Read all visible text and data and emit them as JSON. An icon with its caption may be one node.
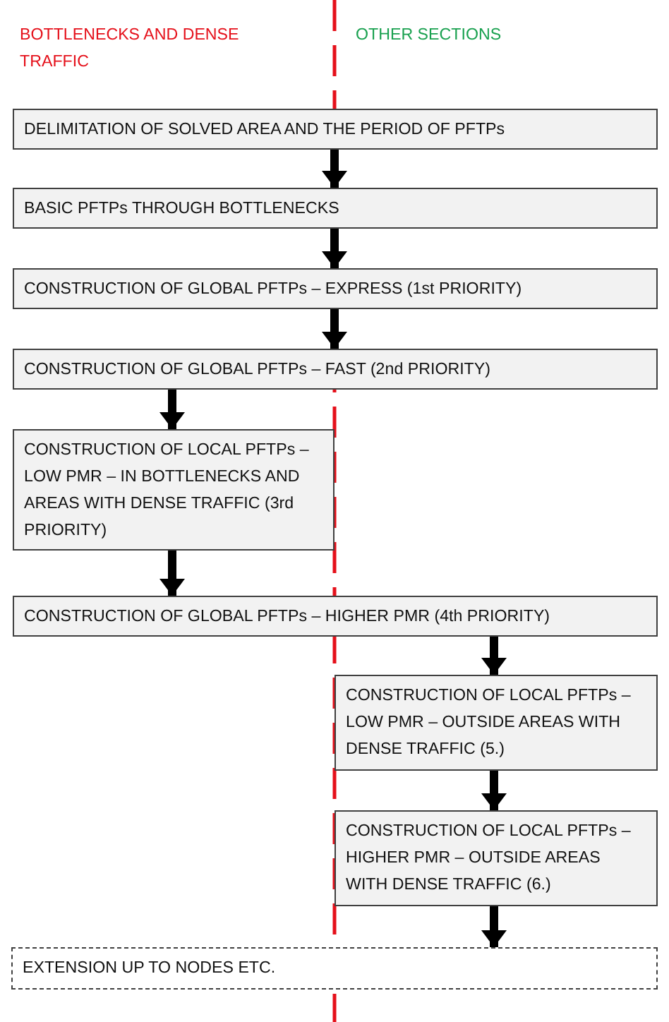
{
  "diagram": {
    "nodes": [
      {
        "text": [
          "DELIMITATION OF SOLVED AREA AND THE PERIOD OF PFTPs"
        ]
      },
      {
        "text": [
          "BASIC PFTPs THROUGH BOTTLENECKS"
        ]
      },
      {
        "text": [
          "CONSTRUCTION OF GLOBAL PFTPs – EXPRESS (1st PRIORITY)"
        ]
      },
      {
        "text": [
          "CONSTRUCTION OF GLOBAL PFTPs – FAST (2nd PRIORITY)"
        ]
      },
      {
        "text": [
          "CONSTRUCTION OF LOCAL PFTPs – LOW PMR – IN BOTTLENECKS AND AREAS WITH DENSE TRAFFIC (3rd PRIORITY)"
        ]
      },
      {
        "text": [
          "CONSTRUCTION OF GLOBAL PFTPs – HIGHER PMR (4th PRIORITY)"
        ]
      },
      {
        "text": [
          "CONSTRUCTION OF LOCAL PFTPs – LOW PMR – OUTSIDE AREAS WITH DENSE TRAFFIC (5.)"
        ]
      },
      {
        "text": [
          "CONSTRUCTION OF LOCAL PFTPs – HIGHER PMR – OUTSIDE AREAS WITH DENSE TRAFFIC (6.)"
        ]
      },
      {
        "text": [
          "EXTENSION UP TO NODES ETC."
        ]
      }
    ],
    "edges": [
      {
        "from": 0,
        "to": 1,
        "arrow": "to"
      },
      {
        "from": 1,
        "to": 2,
        "arrow": "to"
      },
      {
        "from": 2,
        "to": 3,
        "arrow": "to"
      },
      {
        "from": 3,
        "to": 4,
        "arrow": "to"
      },
      {
        "from": 4,
        "to": 5,
        "arrow": "to"
      },
      {
        "from": 5,
        "to": 6,
        "arrow": "to"
      },
      {
        "from": 6,
        "to": 7,
        "arrow": "to"
      },
      {
        "from": 7,
        "to": 8,
        "arrow": "to"
      }
    ],
    "labels": [
      "BOTTLENECKS AND DENSE TRAFFIC",
      "OTHER SECTIONS"
    ]
  }
}
